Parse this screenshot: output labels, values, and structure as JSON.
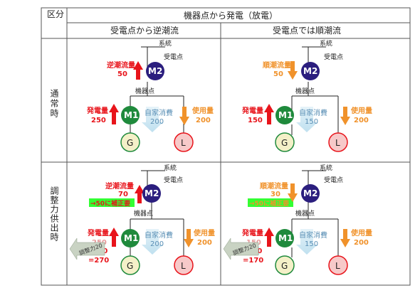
{
  "header": {
    "category": "区分",
    "main_title": "機器点から発電（放電）",
    "col1_title": "受電点から逆潮流",
    "col2_title": "受電点では順潮流"
  },
  "rows": {
    "normal_label": "通常時",
    "adjust_label": "調整力供出時"
  },
  "common": {
    "system": "系統",
    "receiving_point": "受電点",
    "device_point": "機器点",
    "usage_label": "使用量",
    "self_consumption": "自家消費",
    "m2": "M2",
    "m1": "M1",
    "g": "G",
    "l": "L"
  },
  "cells": {
    "normal_left": {
      "flow_label": "逆潮流量",
      "flow_value": "50",
      "gen_label": "発電量",
      "gen_value": "250",
      "self_value": "200",
      "usage_value": "200"
    },
    "normal_right": {
      "flow_label": "順潮流量",
      "flow_value": "50",
      "gen_label": "発電量",
      "gen_value": "150",
      "self_value": "150",
      "usage_value": "200"
    },
    "adjust_left": {
      "flow_label": "逆潮流量",
      "flow_value": "70",
      "flow_correction": "→50に補正要",
      "gen_label": "発電量",
      "gen_value": "250",
      "gen_plus": "+20",
      "gen_total": "=270",
      "self_value": "200",
      "usage_value": "200",
      "adjust_arrow": "調整力20"
    },
    "adjust_right": {
      "flow_label": "順潮流量",
      "flow_value": "30",
      "flow_correction": "→50に補正要",
      "gen_label": "発電量",
      "gen_value": "150",
      "gen_plus": "+20",
      "gen_total": "=170",
      "self_value": "150",
      "usage_value": "200",
      "adjust_arrow": "調整力20"
    }
  },
  "colors": {
    "red": "#e8141b",
    "orange": "#f0922b",
    "navy": "#2b1e7e",
    "green": "#1f8a3c",
    "gen_fill": "#f4f0c8",
    "load_fill": "#f7c9c9",
    "light_blue": "#cfe7f2",
    "correction_green": "#33ff33",
    "gray_arrow": "#c9d3c3"
  }
}
